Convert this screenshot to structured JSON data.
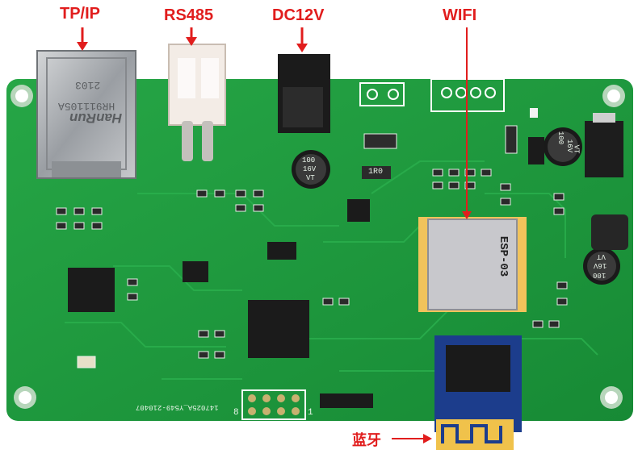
{
  "labels": {
    "tcpip": "TP/IP",
    "rs485": "RS485",
    "dc12v": "DC12V",
    "wifi": "WIFI",
    "bluetooth": "蓝牙"
  },
  "components": {
    "rj45_brand": "HanRun",
    "rj45_model": "HR911105A",
    "rj45_date": "2103",
    "cap1_value": "100",
    "cap1_voltage": "16V",
    "cap1_series": "VT",
    "cap2_value": "100",
    "cap2_voltage": "16V",
    "cap2_series": "VT",
    "cap3_value": "100",
    "cap3_voltage": "16V",
    "cap3_series": "VT",
    "resistor_code": "1R0",
    "esp_module": "ESP-03",
    "board_code": "147025A_Y549-210407",
    "header_pin_a": "8",
    "header_pin_b": "1"
  },
  "colors": {
    "board": "#1f9a3e",
    "label_red": "#e11d1d",
    "silkscreen": "#eaf5ea"
  }
}
